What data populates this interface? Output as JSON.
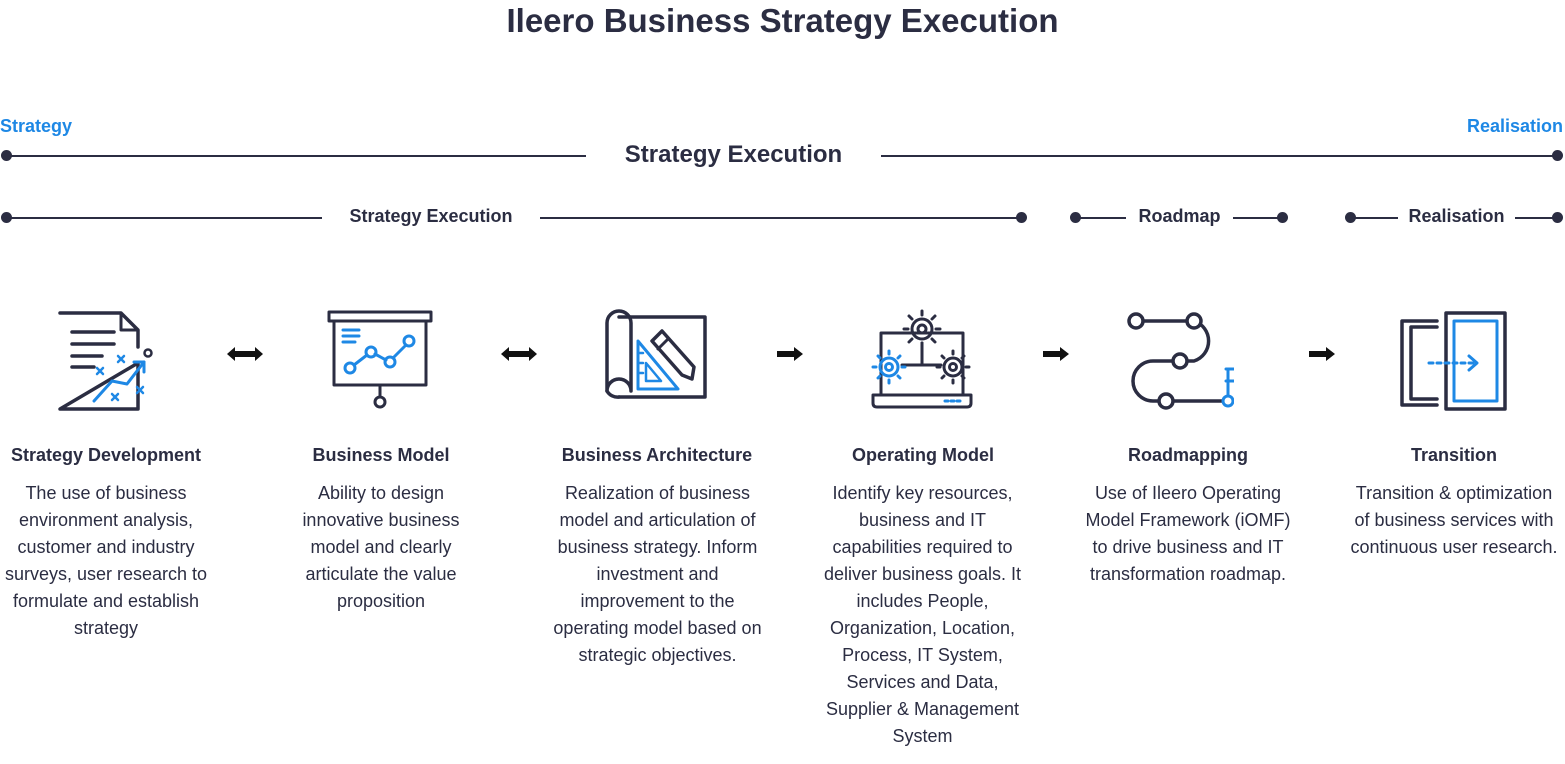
{
  "title": "Ileero Business Strategy Execution",
  "timeline": {
    "start_label": "Strategy",
    "end_label": "Realisation",
    "main_label": "Strategy Execution",
    "sub_labels": [
      "Strategy Execution",
      "Roadmap",
      "Realisation"
    ]
  },
  "steps": [
    {
      "icon": "strategy-document-icon",
      "title": "Strategy Development",
      "description": "The use of business environment analysis, customer and industry surveys, user research to formulate and establish strategy"
    },
    {
      "icon": "presentation-board-icon",
      "title": "Business Model",
      "description": "Ability to design innovative business model and clearly articulate the value proposition"
    },
    {
      "icon": "blueprint-icon",
      "title": "Business Architecture",
      "description": "Realization of business model and articulation of business strategy. Inform investment and improvement to the operating model based on strategic objectives."
    },
    {
      "icon": "laptop-gears-icon",
      "title": "Operating Model",
      "description": "Identify key resources, business and IT capabilities required to deliver business goals. It includes People, Organization, Location, Process, IT System, Services and Data, Supplier & Management System"
    },
    {
      "icon": "roadmap-path-icon",
      "title": "Roadmapping",
      "description": "Use of Ileero Operating Model Framework (iOMF) to drive business and IT transformation roadmap."
    },
    {
      "icon": "transition-door-icon",
      "title": "Transition",
      "description": "Transition & optimization of business services with continuous user research."
    }
  ],
  "connectors": [
    "double-arrow-icon",
    "double-arrow-icon",
    "right-arrow-icon",
    "right-arrow-icon",
    "right-arrow-icon"
  ],
  "colors": {
    "dark": "#2b2d42",
    "accent": "#1e88e5"
  }
}
